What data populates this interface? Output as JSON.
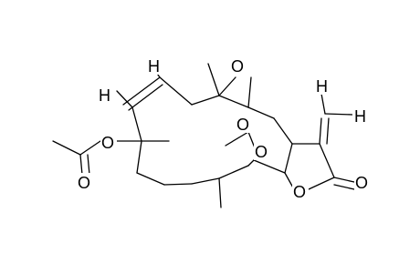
{
  "molecule": {
    "atom_labels": {
      "h_top_left": "H",
      "h_left": "H",
      "epoxide_o": "O",
      "h_methylene_top": "H",
      "h_methylene_right": "H",
      "acetate_left_o_ester": "O",
      "acetate_left_o_carbonyl": "O",
      "acetate_right_o_ester": "O",
      "acetate_right_o_carbonyl": "O",
      "lactone_o_ring": "O",
      "lactone_o_carbonyl": "O"
    }
  }
}
